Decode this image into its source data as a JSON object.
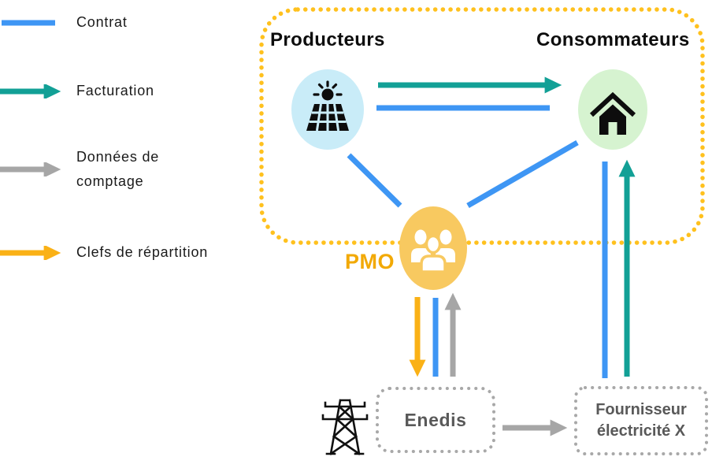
{
  "colors": {
    "contract_blue": "#3E96F4",
    "billing_teal": "#12A096",
    "metering_gray": "#A6A6A6",
    "allocation_orange": "#FAB116",
    "community_border": "#FFC11E",
    "pmo_fill": "#F8C960",
    "pmo_label": "#F2A904",
    "producers_fill": "#C9ECF8",
    "consumers_fill": "#D6F3D0",
    "external_box_border": "#A8A8A8",
    "external_text": "#595959",
    "icon_black": "#0D0D0D"
  },
  "legend": {
    "items": [
      {
        "label": "Contrat",
        "marker": "line",
        "color": "#3E96F4"
      },
      {
        "label": "Facturation",
        "marker": "arrow",
        "color": "#12A096"
      },
      {
        "label": "Données de comptage",
        "marker": "arrow",
        "color": "#A6A6A6"
      },
      {
        "label": "Clefs de répartition",
        "marker": "arrow",
        "color": "#FAB116"
      }
    ]
  },
  "community": {
    "producers_label": "Producteurs",
    "consumers_label": "Consommateurs",
    "pmo_label": "PMO",
    "producers_icon": "solar-panel-icon",
    "consumers_icon": "house-icon",
    "pmo_icon": "people-icon"
  },
  "external": {
    "enedis_label": "Enedis",
    "supplier_line1": "Fournisseur",
    "supplier_line2": "électricité X",
    "grid_icon": "transmission-tower-icon"
  }
}
